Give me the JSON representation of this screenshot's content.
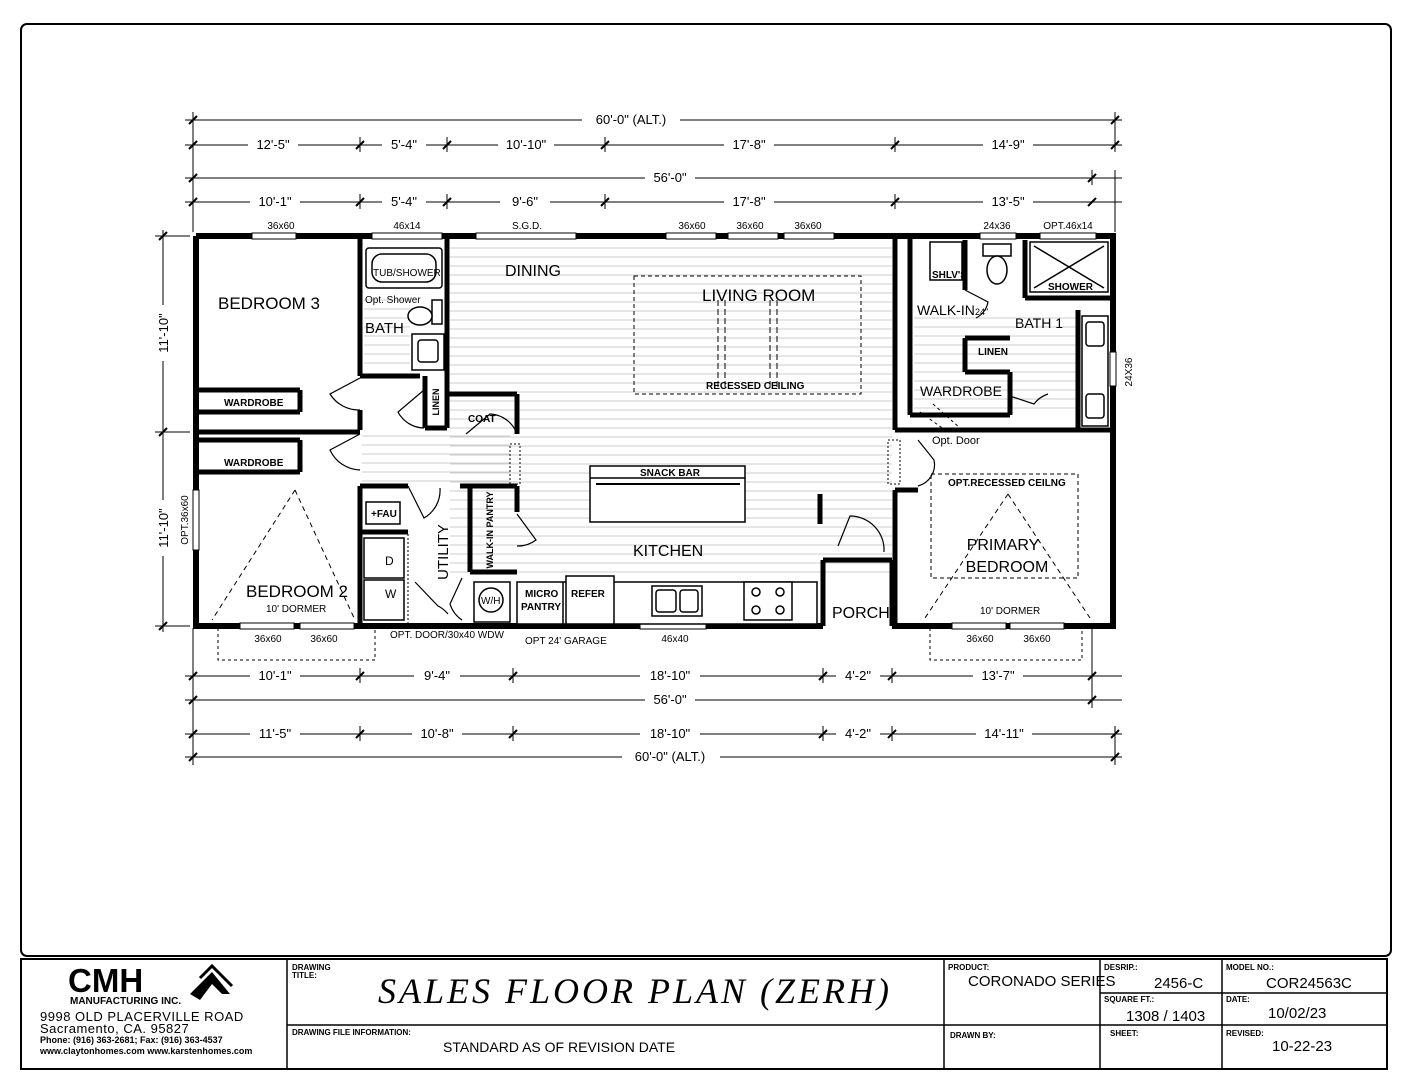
{
  "overall_dims": {
    "top_alt": "60'-0\" (ALT.)",
    "top_56": "56'-0\"",
    "bottom_56": "56'-0\"",
    "bottom_alt": "60'-0\" (ALT.)"
  },
  "top_row1": [
    "12'-5\"",
    "5'-4\"",
    "10'-10\"",
    "17'-8\"",
    "14'-9\""
  ],
  "top_row2": [
    "10'-1\"",
    "5'-4\"",
    "9'-6\"",
    "17'-8\"",
    "13'-5\""
  ],
  "bottom_row1": [
    "10'-1\"",
    "9'-4\"",
    "18'-10\"",
    "4'-2\"",
    "13'-7\""
  ],
  "bottom_row2": [
    "11'-5\"",
    "10'-8\"",
    "18'-10\"",
    "4'-2\"",
    "14'-11\""
  ],
  "left_dims": [
    "11'-10\"",
    "11'-10\""
  ],
  "windows_top": [
    "36x60",
    "46x14",
    "S.G.D.",
    "36x60",
    "36x60",
    "36x60",
    "24x36",
    "OPT.46x14"
  ],
  "windows_bottom": [
    "36x60",
    "36x60",
    "46x40",
    "36x60",
    "36x60"
  ],
  "window_right": "24X36",
  "window_left": "OPT.36x60",
  "rooms": {
    "bedroom3": "BEDROOM 3",
    "bedroom2": "BEDROOM 2",
    "bed2_dormer": "10' DORMER",
    "wardrobe": "WARDROBE",
    "bath": "BATH",
    "tub_shower": "TUB/SHOWER",
    "opt_shower": "Opt. Shower",
    "linen": "LINEN",
    "coat": "COAT",
    "dining": "DINING",
    "living_room": "LIVING ROOM",
    "recessed_ceiling": "RECESSED CEILING",
    "snack_bar": "SNACK BAR",
    "kitchen": "KITCHEN",
    "fau": "+FAU",
    "utility": "UTILITY",
    "walk_in_pantry": "WALK-IN PANTRY",
    "d": "D",
    "w": "W",
    "wh": "W/H",
    "micro": "MICRO",
    "pantry": "PANTRY",
    "refer": "REFER",
    "porch": "PORCH",
    "opt_door_wdw": "OPT. DOOR/30x40 WDW",
    "opt_garage": "OPT 24' GARAGE",
    "shlvs": "SHLV'S",
    "shower": "SHOWER",
    "walk_in": "WALK-IN",
    "walk_in_24": "24\"",
    "bath1": "BATH 1",
    "linen2": "LINEN",
    "wardrobe2": "WARDROBE",
    "opt_door": "Opt. Door",
    "opt_recessed": "OPT.RECESSED CEILNG",
    "primary": "PRIMARY",
    "primary_bedroom": "BEDROOM",
    "primary_dormer": "10' DORMER"
  },
  "title_block": {
    "company": "CMH",
    "company_sub": "MANUFACTURING INC.",
    "address1": "9998 OLD PLACERVILLE ROAD",
    "address2": "Sacramento, CA. 95827",
    "phone": "Phone: (916) 363-2681; Fax: (916) 363-4537",
    "web": "www.claytonhomes.com  www.karstenhomes.com",
    "drawing_title_label": "DRAWING TITLE:",
    "drawing_title": "SALES FLOOR PLAN (ZERH)",
    "file_info_label": "DRAWING FILE INFORMATION:",
    "file_info": "STANDARD AS OF REVISION DATE",
    "product_label": "PRODUCT:",
    "product": "CORONADO  SERIES",
    "desrip_label": "DESRIP.:",
    "desrip": "2456-C",
    "model_label": "MODEL NO.:",
    "model": "COR24563C",
    "sqft_label": "SQUARE FT.:",
    "sqft": "1308 / 1403",
    "date_label": "DATE:",
    "date": "10/02/23",
    "drawn_label": "DRAWN BY:",
    "sheet_label": "SHEET:",
    "revised_label": "REVISED:",
    "revised": "10-22-23"
  }
}
